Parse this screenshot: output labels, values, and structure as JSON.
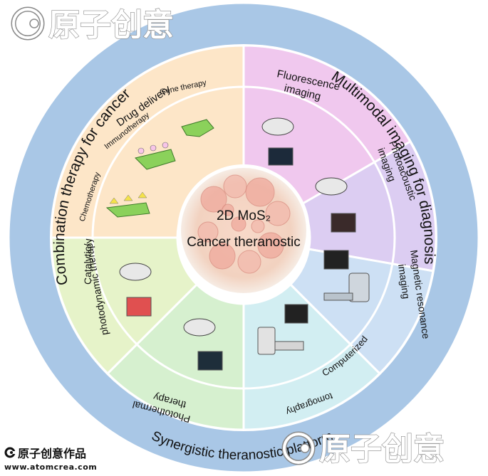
{
  "center": {
    "title_line1": "2D MoS₂",
    "title_line2": "Cancer theranostic"
  },
  "outer_ring": {
    "combination": "Combination therapy for cancer",
    "multimodal": "Multimodal imaging for diagnosis",
    "synergistic": "Synergistic theranostic platform"
  },
  "segments": {
    "drug_delivery": "Drug delivery",
    "gene_therapy": "Gene therapy",
    "immunotherapy": "Immunotherapy",
    "chemotherapy": "Chemotherapy",
    "fluorescence_1": "Fluorescence",
    "fluorescence_2": "imaging",
    "photoacoustic_1": "Photoacoustic",
    "photoacoustic_2": "imaging",
    "mri_1": "Magnetic resonance",
    "mri_2": "imaging",
    "ct_1": "Computerized",
    "ct_2": "tomography",
    "ptt_1": "Photothermal",
    "ptt_2": "therapy",
    "pdt_1": "Catalytic/",
    "pdt_2": "photodynamic therapy"
  },
  "watermark": {
    "text": "原子创意"
  },
  "footer": {
    "brand": "原子创意作品",
    "url": "www.atomcrea.com"
  },
  "colors": {
    "outer_ring": "#a9c7e6",
    "ring_border": "#ffffff",
    "drug_delivery": "#fde6c8",
    "fluorescence": "#f0c8ee",
    "photoacoustic": "#dccdf2",
    "mri": "#cde0f4",
    "ct": "#d2eef2",
    "ptt": "#d6f0cf",
    "pdt": "#e6f3c9",
    "center": "#f6e4d6"
  }
}
